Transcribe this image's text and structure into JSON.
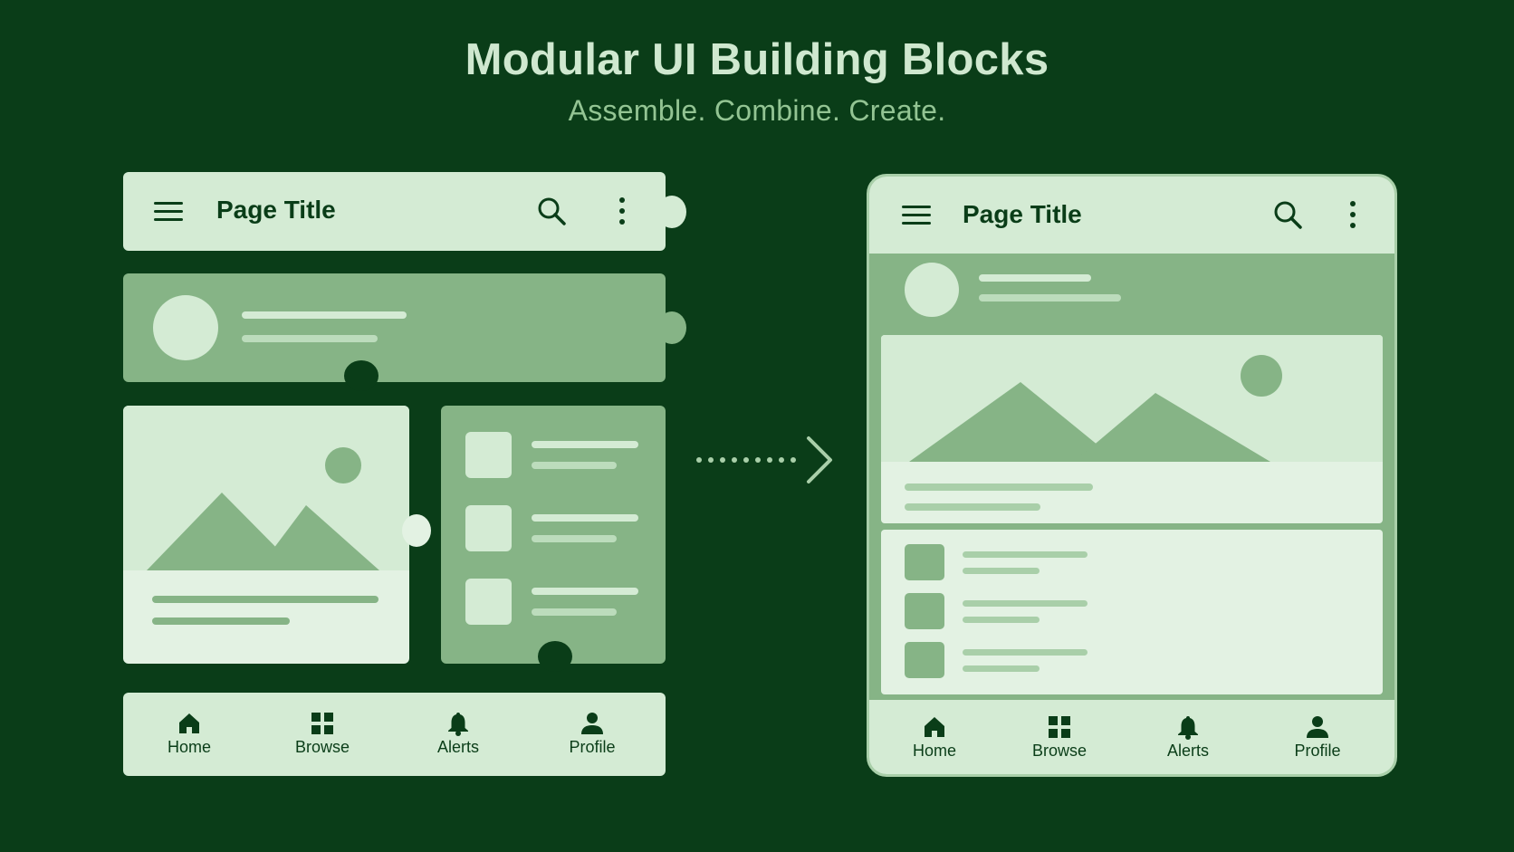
{
  "header": {
    "title": "Modular UI Building Blocks",
    "subtitle": "Assemble. Combine. Create."
  },
  "left_blocks": {
    "app_bar": {
      "title": "Page Title",
      "icons": [
        "menu-icon",
        "search-icon",
        "more-vert-icon"
      ]
    },
    "bottom_nav": {
      "items": [
        {
          "label": "Home",
          "icon": "home-icon"
        },
        {
          "label": "Browse",
          "icon": "grid-icon"
        },
        {
          "label": "Alerts",
          "icon": "bell-icon"
        },
        {
          "label": "Profile",
          "icon": "person-icon"
        }
      ]
    }
  },
  "assembled_screen": {
    "app_bar": {
      "title": "Page Title",
      "icons": [
        "menu-icon",
        "search-icon",
        "more-vert-icon"
      ]
    },
    "bottom_nav": {
      "items": [
        {
          "label": "Home",
          "icon": "home-icon"
        },
        {
          "label": "Browse",
          "icon": "grid-icon"
        },
        {
          "label": "Alerts",
          "icon": "bell-icon"
        },
        {
          "label": "Profile",
          "icon": "person-icon"
        }
      ]
    }
  },
  "colors": {
    "background": "#0a3d18",
    "light_block": "#d4ebd4",
    "mid_block": "#86b486",
    "title": "#cfe8cf",
    "subtitle": "#93c493"
  }
}
